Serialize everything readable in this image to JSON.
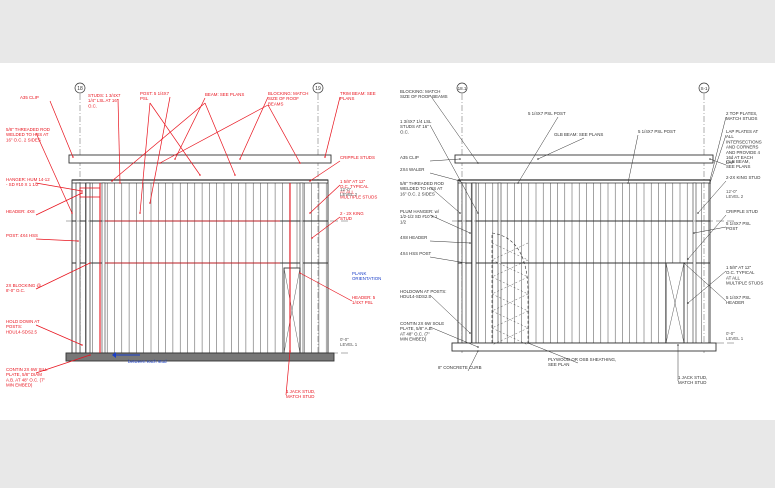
{
  "left": {
    "grid_a": "18",
    "grid_b": "19",
    "ann": {
      "a35_clip": "A35 CLIP",
      "studs": "STUDS: 1 3/4X7 1/4\" LSL AT 16\" O.C.",
      "post": "POST: 5 1/4X7 PSL",
      "beam": "BEAM: SEE PLANS",
      "blocking": "BLOCKING: MATCH SIZE OF ROOF BEAMS",
      "trim_beam": "TRIM BEAM: SEE PLANS",
      "rod": "5/8\" THREADED ROD WELDED TO HSS AT 16\" O.C. 2 SIDES",
      "hanger": "HANGER: HUM 14-12 - SD #10 X 1 1/2",
      "header": "HEADER: 4X8",
      "post_hss": "POST: 4X4 HSS",
      "blocking_2x": "2X BLOCKING @ 8'-0\" O.C.",
      "hold_down": "HOLD DOWN AT POSTS: HDU14-SDS2.5",
      "contin_sill": "CONTIN 2X 6W SILL PLATE, 5/8\" DIAM A.B. AT 48\" O.C. (7\" MIN EMBED)",
      "cripple": "CRIPPLE STUDS",
      "typical": "1 5/8\" AT 12\" O.C. TYPICAL AT ALL MULTIPLE STUDS",
      "king": "2 - 2X KING STUD",
      "plank": "PLANK ORIENTATION",
      "header_psl": "HEADER: 5 1/4X7 PSL",
      "jack": "1 JACK STUD, MATCH STUD",
      "between": "between each stud",
      "level_2": "12'-0\" LEVEL 2",
      "level_1": "0'-0\" LEVEL 1"
    }
  },
  "right": {
    "grid_a": "18.1",
    "grid_b": "S-1",
    "ann": {
      "blocking": "BLOCKING: MATCH SIZE OF ROOF BEAMS",
      "psl_post_top": "5 1/4X7 PSL POST",
      "glb": "GLB BEAM: SEE PLANS",
      "psl_post2": "5 1/4X7 PSL POST",
      "top_plates": "2 TOP PLATES, MATCH STUDS",
      "lap": "LAP PLATES AT ALL INTERSECTIONS AND CORNERS AND PROVIDE 4 16d AT EACH LAP",
      "lsl": "1 3/4X7 1/4 LSL STUDS AT 16\" O.C.",
      "a35": "A35 CLIP",
      "waler": "2X4 WALER",
      "rod": "5/8\" THREADED ROD WELDED TO HSS AT 16\" O.C. 2 SIDES",
      "plum": "PLUM HANGER: w/ 1/2-1/2 SD #10 X 1 1/2",
      "x4_header": "4X8 HEADER",
      "hss_post": "4X4 HSS POST",
      "holdown": "HOLDOWN AT POSTS: HDU14-SDS2.5",
      "contin": "CONTIN 2X 6W SOLE PLATE, 5/8\" A.B. AT 48\" O.C. (7\" MIN EMBED)",
      "plywood": "PLYWOOD OR OSB SHEATHING, SEE PLAN",
      "concrete": "8\" CONCRETE CURB",
      "glb_beam": "GLB BEAM, SEE PLANS",
      "king": "2-2X KING STUD",
      "psl_post3": "5 1/4X7 PSL POST",
      "cripple": "CRIPPLE STUD",
      "typical": "1 5/8\" AT 12\" O.C. TYPICAL AT ALL MULTIPLE STUDS",
      "psl_header": "5 1/4X7 PSL HEADER",
      "jack": "1 JACK STUD, MATCH STUD",
      "level_2": "12'-0\" LEVEL 2",
      "level_1": "0'-0\" LEVEL 1"
    }
  },
  "colors": {
    "background": "#e8e8e8",
    "panel": "#ffffff",
    "red": "#e8141e",
    "drawing": "#333333",
    "blue": "#1a3fc8"
  }
}
